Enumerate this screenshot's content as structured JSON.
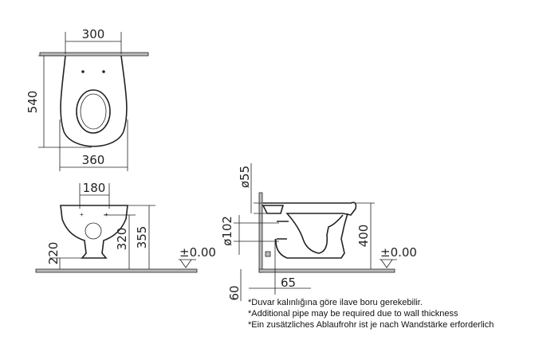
{
  "top_view": {
    "width_top": "300",
    "length": "540",
    "width_bottom": "360"
  },
  "front_view": {
    "width": "180",
    "height_220": "220",
    "height_320": "320",
    "height_355": "355",
    "level": "±0.00"
  },
  "side_view": {
    "diameter_55": "ø55",
    "diameter_102": "ø102",
    "height": "400",
    "level": "±0.00",
    "offset_65": "65",
    "wall_60": "60"
  },
  "notes": [
    "*Duvar kalınlığına göre ilave boru gerekebilir.",
    "*Additional pipe may be required due to wall thickness",
    "*Ein zusätzliches Ablaufrohr ist je nach Wandstärke erforderlich"
  ]
}
